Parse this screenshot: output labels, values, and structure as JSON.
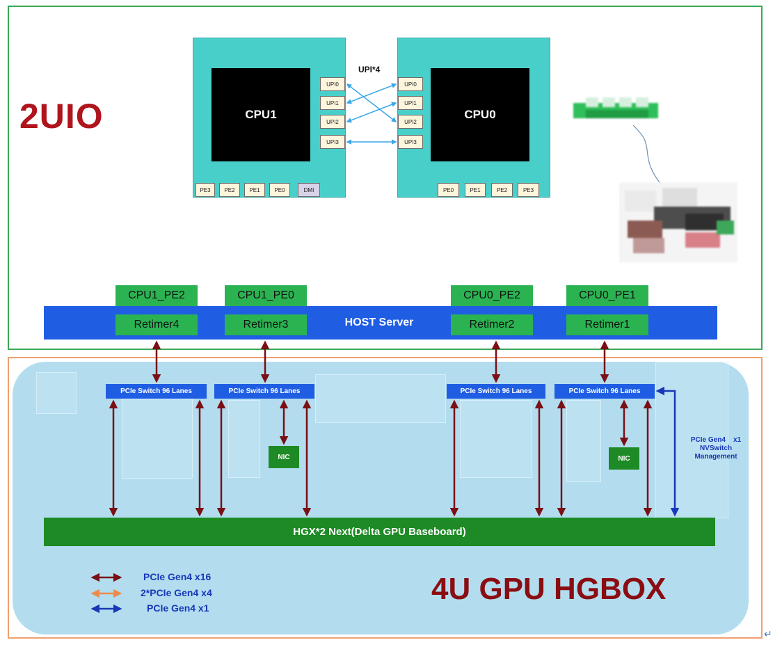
{
  "sections": {
    "top_label": "2UIO",
    "bottom_label": "4U GPU HGBOX"
  },
  "cpus": {
    "upi_title": "UPI*4",
    "cpu1": {
      "name": "CPU1",
      "upi_ports": [
        "UPI0",
        "UPI1",
        "UPI2",
        "UPI3"
      ],
      "pe_ports": [
        "PE3",
        "PE2",
        "PE1",
        "PE0",
        "DMI"
      ]
    },
    "cpu0": {
      "name": "CPU0",
      "upi_ports": [
        "UPI0",
        "UPI1",
        "UPI2",
        "UPI3"
      ],
      "pe_ports": [
        "PE0",
        "PE1",
        "PE2",
        "PE3"
      ]
    }
  },
  "host": {
    "label": "HOST Server",
    "ports": [
      {
        "pe": "CPU1_PE2",
        "retimer": "Retimer4"
      },
      {
        "pe": "CPU1_PE0",
        "retimer": "Retimer3"
      },
      {
        "pe": "CPU0_PE2",
        "retimer": "Retimer2"
      },
      {
        "pe": "CPU0_PE1",
        "retimer": "Retimer1"
      }
    ]
  },
  "switches": [
    {
      "label": "PCIe Switch 96 Lanes"
    },
    {
      "label": "PCIe Switch 96 Lanes"
    },
    {
      "label": "PCIe Switch 96 Lanes"
    },
    {
      "label": "PCIe Switch 96 Lanes"
    }
  ],
  "nics": [
    {
      "label": "NIC"
    },
    {
      "label": "NIC"
    }
  ],
  "nvswitch_link": {
    "lines": [
      "PCIe Gen4    x1",
      "NVSwitch",
      "Management"
    ]
  },
  "baseboard": {
    "label": "HGX*2 Next(Delta GPU Baseboard)"
  },
  "legend": [
    {
      "label": "PCIe Gen4 x16",
      "color": "#7a0f14"
    },
    {
      "label": "2*PCIe Gen4 x4",
      "color": "#ef8a4a"
    },
    {
      "label": "PCIe Gen4 x1",
      "color": "#1838b8"
    }
  ],
  "colors": {
    "x16_link": "#7a0f14",
    "x4_link": "#ef8a4a",
    "x1_link": "#1838b8",
    "upi_link": "#3aa6e6",
    "host_blue": "#1f5ee3",
    "retimer_green": "#2bb352",
    "baseboard_green": "#1d8a25",
    "cpu_teal": "#48cfca"
  }
}
